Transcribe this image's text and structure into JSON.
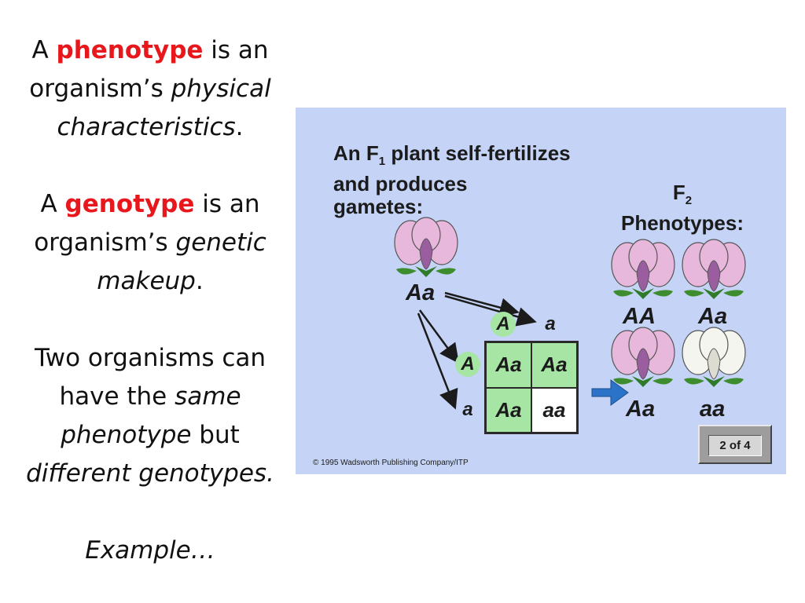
{
  "slide": {
    "p1": {
      "t1": "A ",
      "term": "phenotype",
      "t2": " is an organism’s ",
      "em": "physical characteristics",
      "t3": "."
    },
    "p2": {
      "t1": "A ",
      "term": "genotype",
      "t2": " is an organism’s ",
      "em": "genetic makeup",
      "t3": "."
    },
    "p3": {
      "t1": "Two organisms can have the ",
      "em1": "same phenotype",
      "t2": " but ",
      "em2": "different genotypes."
    },
    "p4": {
      "em": "Example…"
    }
  },
  "figure": {
    "title_line1_pre": "An F",
    "title_line1_sub": "1",
    "title_line1_post": " plant self-fertilizes",
    "title_line2": "and produces",
    "title_line3": "gametes:",
    "f2_label": "F",
    "f2_sub": "2",
    "f2_phenotypes": "Phenotypes:",
    "parent_genotype": "Aa",
    "gametes_top": [
      "A",
      "a"
    ],
    "gametes_left": [
      "A",
      "a"
    ],
    "punnett": [
      [
        "Aa",
        "Aa"
      ],
      [
        "Aa",
        "aa"
      ]
    ],
    "offspring": [
      "AA",
      "Aa",
      "Aa",
      "aa"
    ],
    "copyright": "© 1995 Wadsworth Publishing Company/ITP",
    "pager": "2 of 4",
    "colors": {
      "background": "#c5d4f6",
      "punnett_green": "#a6e5a3",
      "arrow_blue": "#2b73c9",
      "flower_pink": "#e7b8dc",
      "flower_white": "#f5f5ef"
    }
  }
}
